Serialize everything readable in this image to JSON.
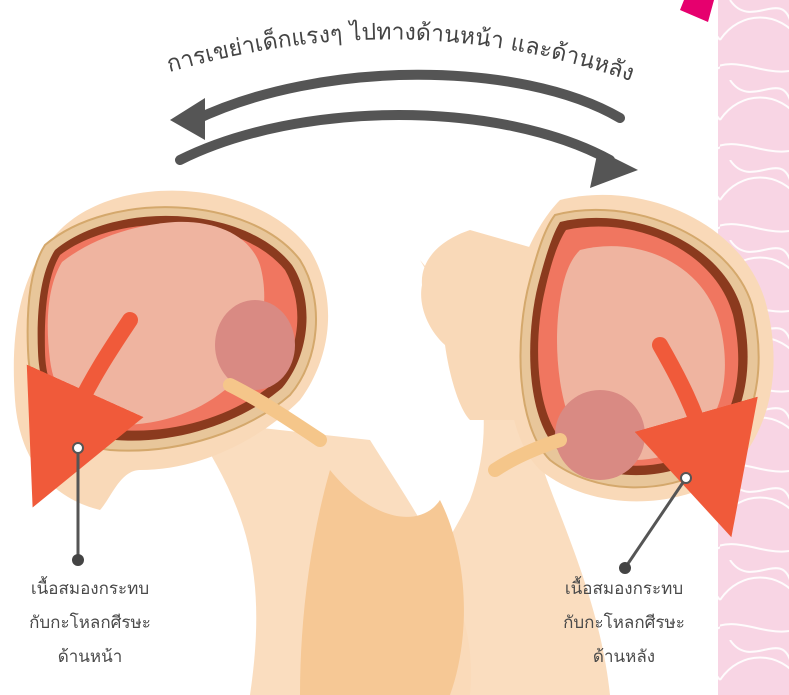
{
  "diagram": {
    "title": "การเขย่าเด็กแรงๆ ไปทางด้านหน้า และด้านหลัง",
    "caption_front": {
      "line1": "เนื้อสมองกระทบ",
      "line2": "กับกะโหลกศีรษะ",
      "line3": "ด้านหน้า"
    },
    "caption_back": {
      "line1": "เนื้อสมองกระทบ",
      "line2": "กับกะโหลกศีรษะ",
      "line3": "ด้านหลัง"
    },
    "colors": {
      "skin": "#fbe0c2",
      "skin_dark": "#f6c895",
      "arrow_gray": "#555555",
      "brain": "#efb4a0",
      "cerebellum": "#d98a83",
      "impact_arrow": "#f05a3a",
      "panel_pink": "#f8d5e4",
      "magenta": "#e6006e"
    }
  }
}
